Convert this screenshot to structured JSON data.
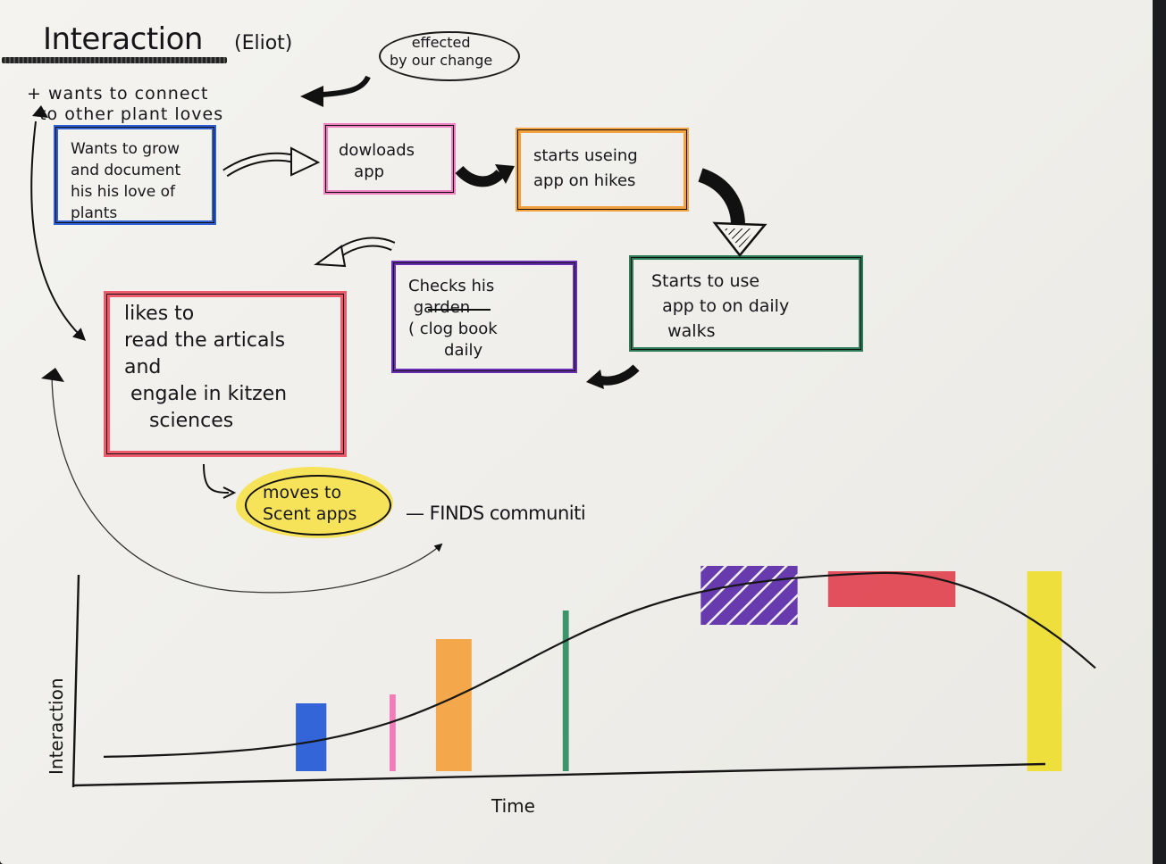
{
  "header": {
    "title": "Interaction",
    "subtitle": "(Eliot)",
    "note": "effected\nby our change",
    "want": "+ wants to connect\n  to other plant loves"
  },
  "steps": [
    {
      "id": "grow",
      "text": "Wants to grow\nand document\nhis his love of\nplants",
      "color": "#2f5fd0"
    },
    {
      "id": "download",
      "text": "dowloads\n   app",
      "color": "#ef7fc0"
    },
    {
      "id": "hikes",
      "text": "starts useing\napp on hikes",
      "color": "#f4a23d"
    },
    {
      "id": "walks",
      "text": "Starts to use\n  app to on daily\n   walks",
      "color": "#2e7b5a"
    },
    {
      "id": "logbook",
      "text": "Checks his\n garden\n( clog book\n       daily",
      "color": "#6a2fb3"
    },
    {
      "id": "articles",
      "text": "likes to\nread the articals\nand\n engale in kitzen\n    sciences",
      "color": "#ec5a6b"
    },
    {
      "id": "moves",
      "text": "moves to\nScent apps",
      "color": "#f2dc45"
    }
  ],
  "finds": "— FINDS communiti",
  "chart_data": {
    "type": "line",
    "xlabel": "Time",
    "ylabel": "Interaction",
    "markers": [
      {
        "step": "grow",
        "color": "#2359d6",
        "x": 0.23,
        "width": 0.03,
        "height": 0.38,
        "hatched": false
      },
      {
        "step": "download",
        "color": "#f271b4",
        "x": 0.31,
        "width": 0.006,
        "height": 0.43,
        "hatched": false
      },
      {
        "step": "hikes",
        "color": "#f4a23d",
        "x": 0.37,
        "width": 0.035,
        "height": 0.74,
        "hatched": false
      },
      {
        "step": "walks",
        "color": "#2e8b5e",
        "x": 0.48,
        "width": 0.006,
        "height": 0.9,
        "hatched": false
      },
      {
        "step": "logbook",
        "color": "#5b2aa8",
        "x": 0.66,
        "width": 0.095,
        "height": 1.15,
        "hatched": true
      },
      {
        "step": "articles",
        "color": "#e0424f",
        "x": 0.8,
        "width": 0.125,
        "height": 1.12,
        "hatched": false
      },
      {
        "step": "moves",
        "color": "#efdd2f",
        "x": 0.95,
        "width": 0.034,
        "height": 1.12,
        "hatched": false
      }
    ]
  }
}
